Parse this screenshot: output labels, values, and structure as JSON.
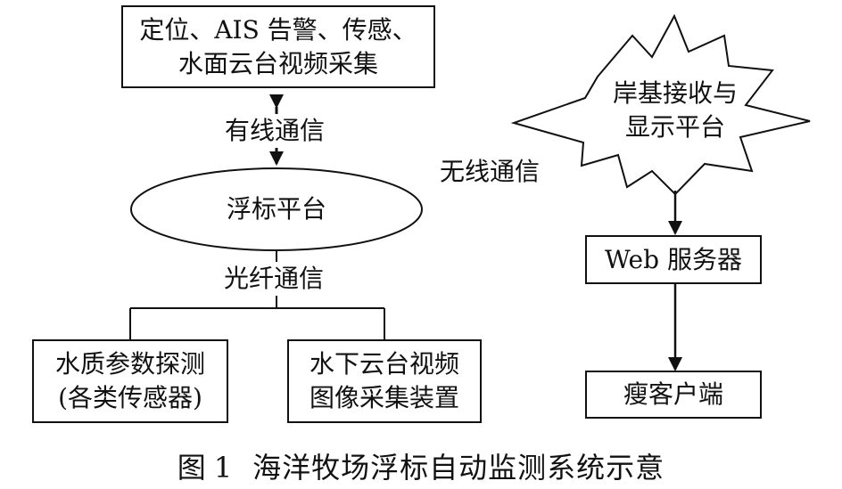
{
  "nodes": {
    "sensing": "定位、AIS 告警、传感、\n水面云台视频采集",
    "buoy": "浮标平台",
    "water_quality": "水质参数探测\n(各类传感器)",
    "underwater_video": "水下云台视频\n图像采集装置",
    "shore": "岸基接收与\n显示平台",
    "web_server": "Web 服务器",
    "thin_client": "瘦客户端"
  },
  "links": {
    "wired": "有线通信",
    "wireless": "无线通信",
    "fiber": "光纤通信"
  },
  "caption": {
    "label": "图",
    "number": "1",
    "text": "海洋牧场浮标自动监测系统示意"
  }
}
